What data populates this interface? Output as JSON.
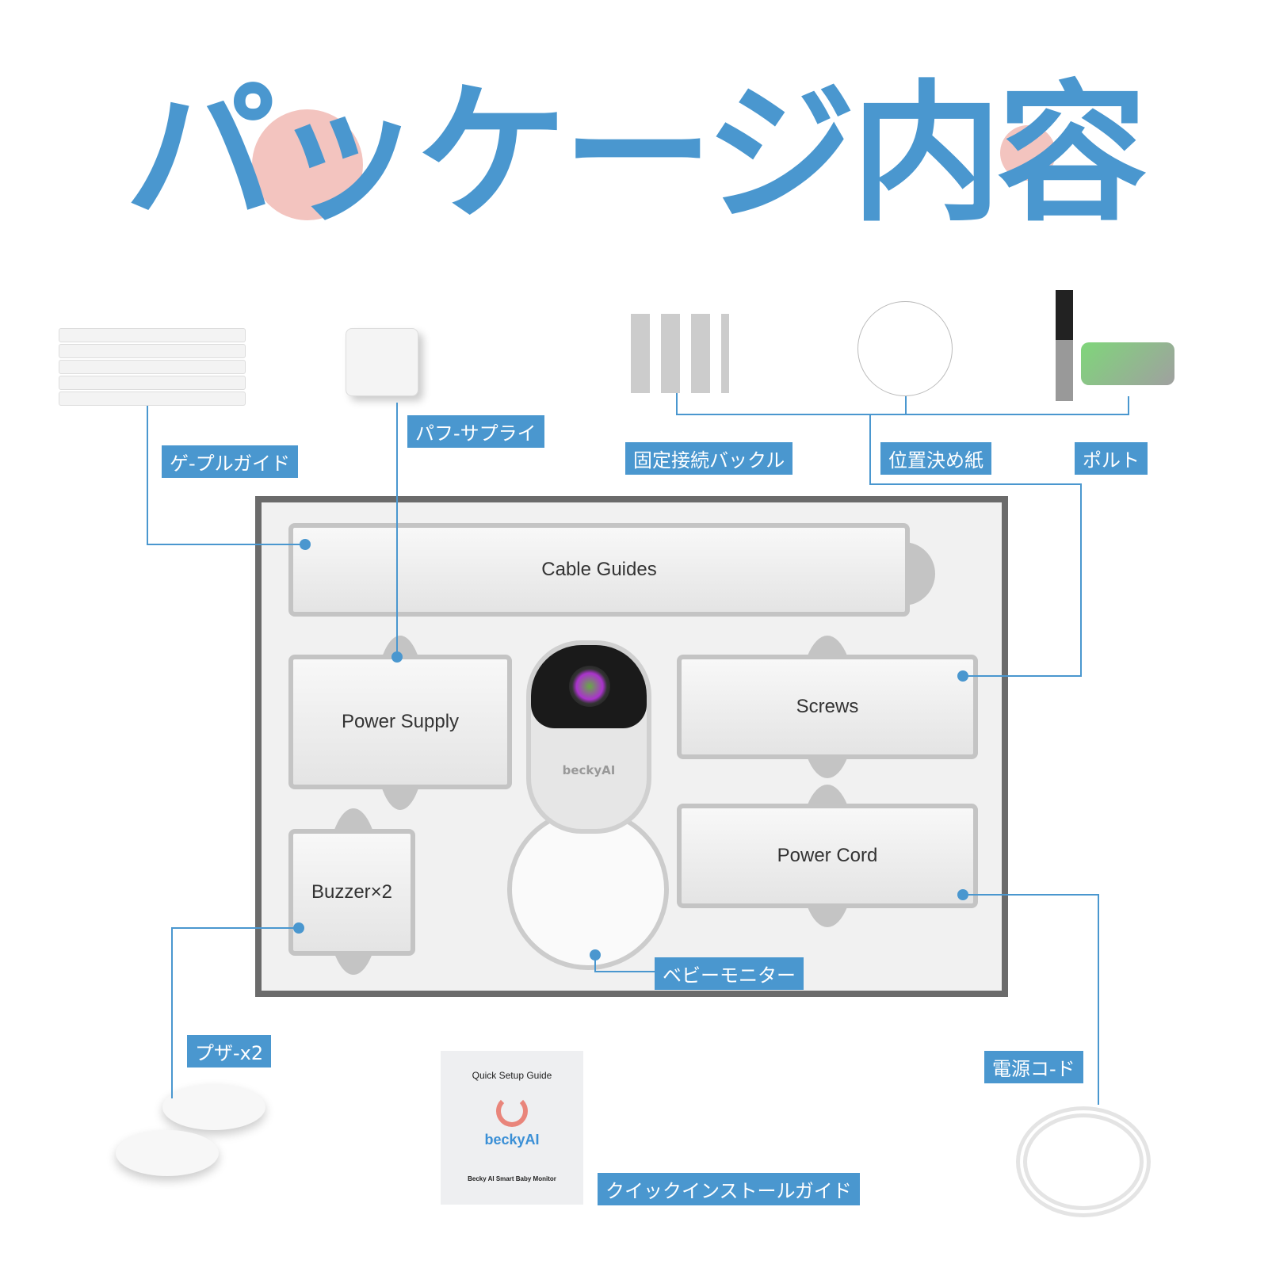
{
  "title": "パッケージ内容",
  "labels": {
    "cable_guide": "ゲ-プルガイド",
    "power_supply": "パフ-サプライ",
    "buckle": "固定接続バックル",
    "positioning_paper": "位置決め紙",
    "bolt": "ポルト",
    "baby_monitor": "ベビーモニター",
    "buzzer": "プザ-x2",
    "power_cord": "電源コ-ド",
    "quick_guide": "クイックインストールガイド"
  },
  "tray": {
    "cable_guides": "Cable Guides",
    "power_supply": "Power Supply",
    "screws": "Screws",
    "power_cord": "Power Cord",
    "buzzer": "Buzzer×2"
  },
  "camera": {
    "brand": "beckyAI"
  },
  "booklet": {
    "title": "Quick Setup Guide",
    "brand": "beckyAI",
    "subtitle": "Becky AI Smart Baby Monitor"
  },
  "colors": {
    "accent": "#4a97cf",
    "pink": "#f3c4bf",
    "tray_border": "#6b6b6b"
  }
}
